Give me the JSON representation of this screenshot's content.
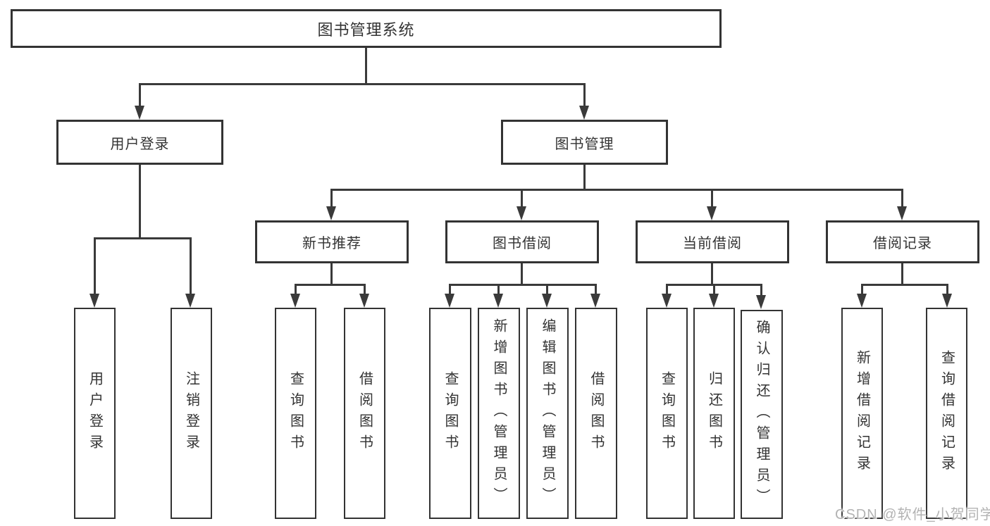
{
  "diagram": {
    "root": {
      "label": "图书管理系统"
    },
    "children": [
      {
        "label": "用户登录",
        "children": [
          {
            "label": "用户登录"
          },
          {
            "label": "注销登录"
          }
        ]
      },
      {
        "label": "图书管理",
        "children": [
          {
            "label": "新书推荐",
            "children": [
              {
                "label": "查询图书"
              },
              {
                "label": "借阅图书"
              }
            ]
          },
          {
            "label": "图书借阅",
            "children": [
              {
                "label": "查询图书"
              },
              {
                "label": "新增图书（管理员）"
              },
              {
                "label": "编辑图书（管理员）"
              },
              {
                "label": "借阅图书"
              }
            ]
          },
          {
            "label": "当前借阅",
            "children": [
              {
                "label": "查询图书"
              },
              {
                "label": "归还图书"
              },
              {
                "label": "确认归还（管理员）"
              }
            ]
          },
          {
            "label": "借阅记录",
            "children": [
              {
                "label": "新增借阅记录"
              },
              {
                "label": "查询借阅记录"
              }
            ]
          }
        ]
      }
    ]
  },
  "watermark": {
    "text": "CSDN @软件_小贺同学"
  },
  "colors": {
    "line": "#3a3a3a",
    "border": "#333333",
    "text": "#333333",
    "watermark": "#b3b3b3",
    "background": "#ffffff"
  }
}
